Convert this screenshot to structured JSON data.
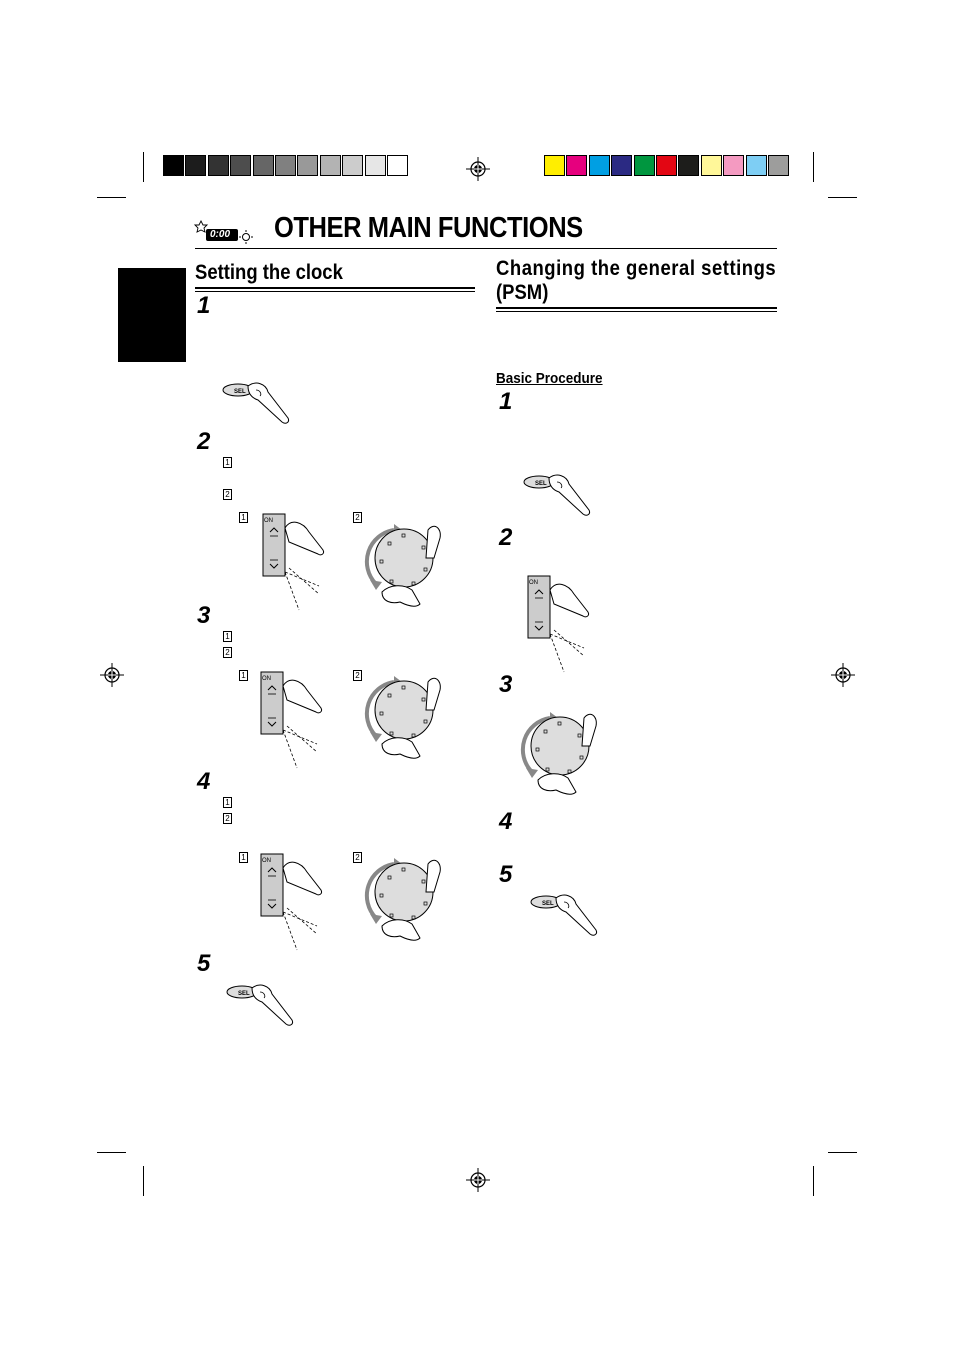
{
  "header": {
    "title": "OTHER MAIN FUNCTIONS",
    "clock_display": "0:00",
    "icon": "clock-icon"
  },
  "color_bars": {
    "gray": [
      "#000000",
      "#1c1c1c",
      "#333333",
      "#4d4d4d",
      "#666666",
      "#808080",
      "#999999",
      "#b3b3b3",
      "#cccccc",
      "#e6e6e6",
      "#ffffff"
    ],
    "color": [
      "#ffee00",
      "#e6007e",
      "#009fe3",
      "#2b2a83",
      "#00963f",
      "#e30613",
      "#1d1d1b",
      "#fff799",
      "#f49ac1",
      "#7ecef4",
      "#9d9d9c"
    ]
  },
  "left": {
    "heading": "Setting the clock",
    "steps": [
      "1",
      "2",
      "3",
      "4",
      "5"
    ],
    "sub_labels": [
      "1",
      "2"
    ],
    "button_label": "SEL",
    "on_label": "ON"
  },
  "right": {
    "heading_line1": "Changing the general settings",
    "heading_line2": "(PSM)",
    "subheading": "Basic Procedure",
    "steps": [
      "1",
      "2",
      "3",
      "4",
      "5"
    ],
    "button_label": "SEL",
    "on_label": "ON"
  },
  "tab_color": "#000000"
}
